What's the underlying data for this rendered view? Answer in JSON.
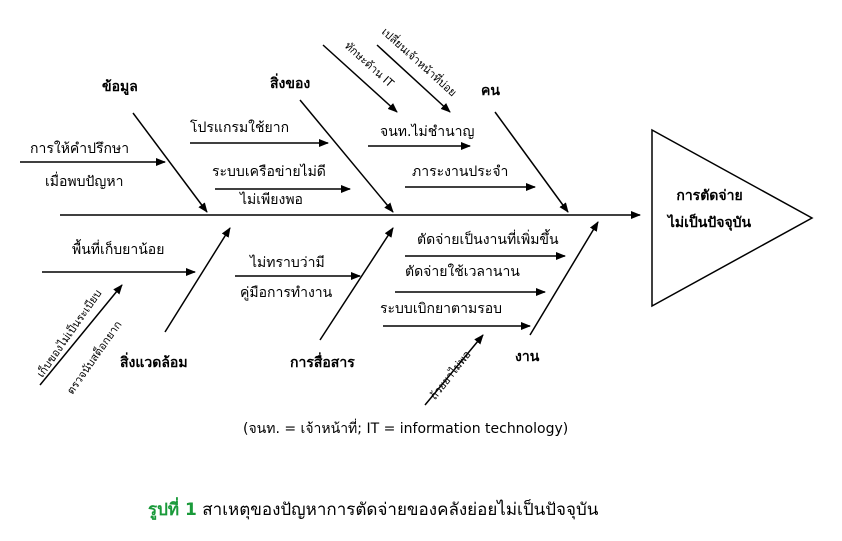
{
  "effect": {
    "line1": "การตัดจ่าย",
    "line2": "ไม่เป็นปัจจุบัน"
  },
  "categories": {
    "data": {
      "label": "ข้อมูล",
      "causes": {
        "c1a": "การให้คำปรึกษา",
        "c1b": "เมื่อพบปัญหา"
      }
    },
    "supplies": {
      "label": "สิ่งของ",
      "causes": {
        "c1": "โปรแกรมใช้ยาก",
        "c2a": "ระบบเครือข่ายไม่ดี",
        "c2b": "ไม่เพียงพอ"
      }
    },
    "people": {
      "label": "คน",
      "causes": {
        "c1": "จนท.ไม่ชำนาญ",
        "c2": "ภาระงานประจำ",
        "c3": "ทักษะด้าน IT",
        "c4": "เปลี่ยนเจ้าหน้าที่บ่อย"
      }
    },
    "environment": {
      "label": "สิ่งแวดล้อม",
      "causes": {
        "c1": "พื้นที่เก็บยาน้อย",
        "c2": "เก็บของไม่เป็นระเบียบ",
        "c3": "ตรวจนับสต็อกยาก"
      }
    },
    "communication": {
      "label": "การสื่อสาร",
      "causes": {
        "c1a": "ไม่ทราบว่ามี",
        "c1b": "คู่มือการทำงาน"
      }
    },
    "work": {
      "label": "งาน",
      "causes": {
        "c1": "ตัดจ่ายเป็นงานที่เพิ่มขึ้น",
        "c2": "ตัดจ่ายใช้เวลานาน",
        "c3": "ระบบเบิกยาตามรอบ",
        "c4": "ถ้วยยาไม่พอ"
      }
    }
  },
  "note": "(จนท. = เจ้าหน้าที่; IT = information technology)",
  "caption": {
    "number": "รูปที่ 1",
    "text": "สาเหตุของปัญหาการตัดจ่ายของคลังย่อยไม่เป็นปัจจุบัน"
  },
  "colors": {
    "caption_number": "#1a9a3a"
  }
}
